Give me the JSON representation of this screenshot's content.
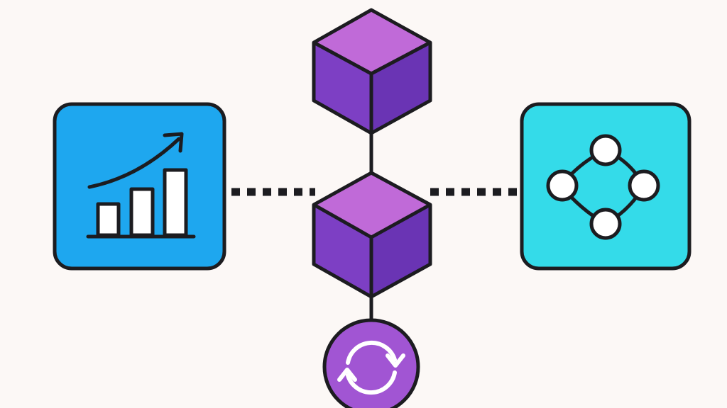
{
  "colors": {
    "background": "#fcf8f6",
    "outline": "#1c1c20",
    "analytics_tile": "#1ea7ef",
    "network_tile": "#34dbe9",
    "cube_top": "#c06ad8",
    "cube_left": "#7d3fc4",
    "cube_right": "#6a34b4",
    "sync_circle": "#a155d3",
    "white": "#ffffff"
  },
  "nodes": {
    "left": {
      "icon": "bar-chart-trend-icon"
    },
    "right": {
      "icon": "network-nodes-icon"
    },
    "top_block": {
      "icon": "cube-icon"
    },
    "center_block": {
      "icon": "cube-icon"
    },
    "bottom": {
      "icon": "sync-arrows-icon"
    }
  },
  "connectors": [
    {
      "from": "left",
      "to": "center_block",
      "style": "dotted"
    },
    {
      "from": "center_block",
      "to": "right",
      "style": "dotted"
    },
    {
      "from": "top_block",
      "to": "center_block",
      "style": "solid"
    },
    {
      "from": "center_block",
      "to": "bottom",
      "style": "solid"
    }
  ]
}
